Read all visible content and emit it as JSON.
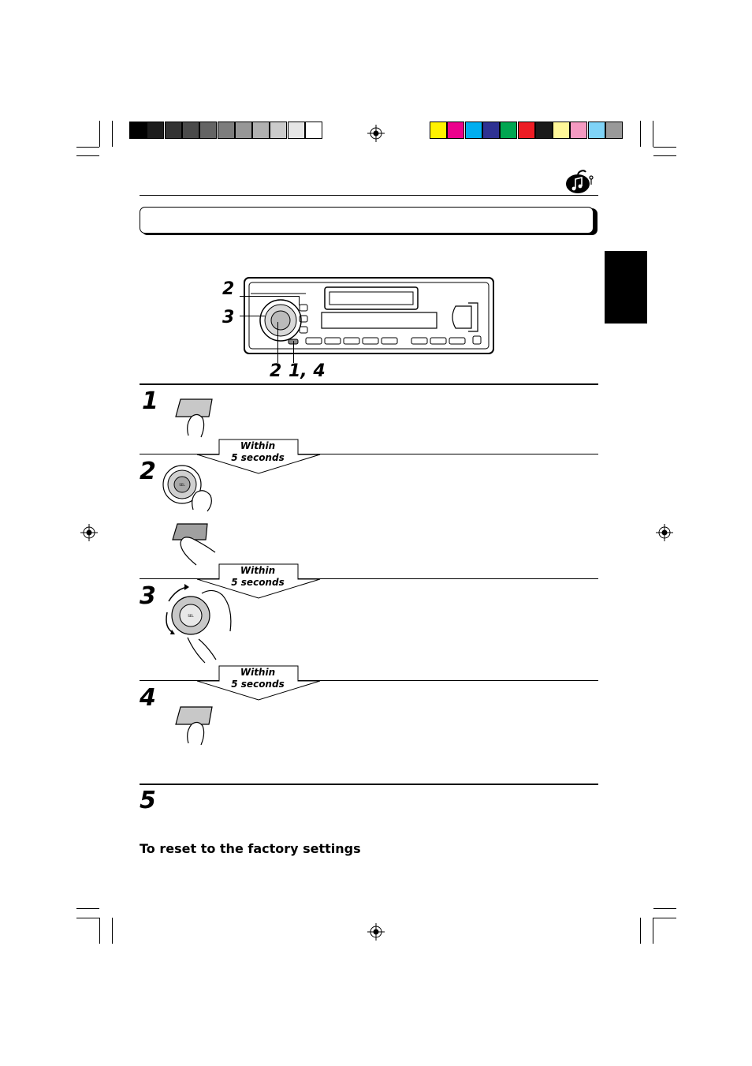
{
  "callouts": {
    "top_2": "2",
    "top_3": "3",
    "bottom_2": "2",
    "bottom_14": "1, 4"
  },
  "steps": [
    {
      "number": "1"
    },
    {
      "number": "2"
    },
    {
      "number": "3"
    },
    {
      "number": "4"
    },
    {
      "number": "5"
    }
  ],
  "within_labels": [
    {
      "line1": "Within",
      "line2": "5 seconds"
    },
    {
      "line1": "Within",
      "line2": "5 seconds"
    },
    {
      "line1": "Within",
      "line2": "5 seconds"
    }
  ],
  "reset_heading": "To reset to the factory settings",
  "knob_label": "SEL",
  "color_bars": {
    "grayscale": [
      "#000000",
      "#1c1c1c",
      "#333333",
      "#4a4a4a",
      "#646464",
      "#7d7d7d",
      "#979797",
      "#b1b1b1",
      "#cbcbcb",
      "#e5e5e5",
      "#ffffff"
    ],
    "color": [
      "#fff200",
      "#ec008c",
      "#00aeef",
      "#2e3192",
      "#00a651",
      "#ed1c24",
      "#1a1a1a",
      "#fff799",
      "#f49ac1",
      "#7fd3f7",
      "#999999"
    ]
  },
  "icons": [
    "registration-mark-icon",
    "music-note-icon",
    "finger-press-icon",
    "control-knob-icon",
    "rotate-arrows-icon"
  ],
  "language_tab_color": "#000000"
}
